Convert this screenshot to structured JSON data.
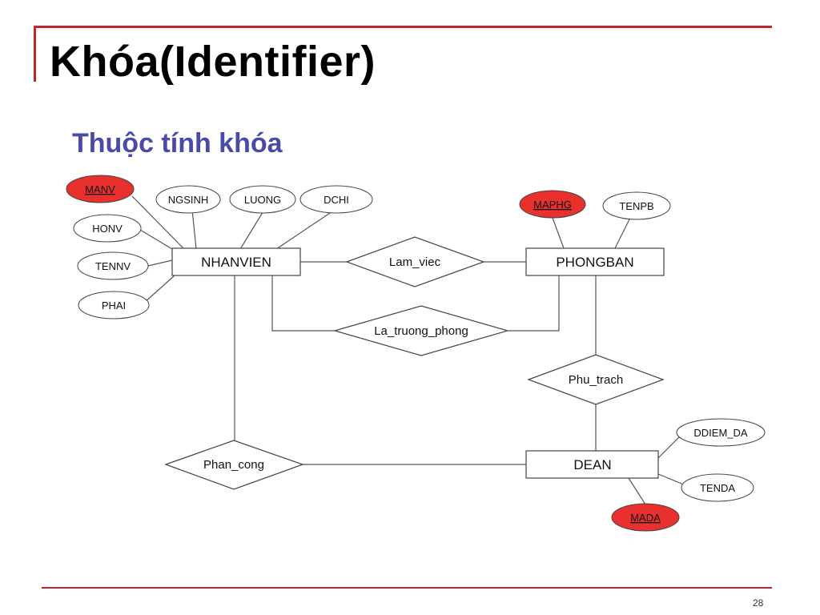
{
  "slide": {
    "title": "Khóa(Identifier)",
    "page_number": "28",
    "accent_color": "#c0272d"
  },
  "diagram": {
    "subtitle": "Thuộc tính khóa",
    "subtitle_color": "#4a4aa8",
    "key_highlight_color": "#e8312f",
    "entities": {
      "nhanvien": "NHANVIEN",
      "phongban": "PHONGBAN",
      "dean": "DEAN"
    },
    "relationships": {
      "lam_viec": "Lam_viec",
      "la_truong_phong": "La_truong_phong",
      "phu_trach": "Phu_trach",
      "phan_cong": "Phan_cong"
    },
    "attributes": {
      "manv": "MANV",
      "ngsinh": "NGSINH",
      "luong": "LUONG",
      "dchi": "DCHI",
      "honv": "HONV",
      "tennv": "TENNV",
      "phai": "PHAI",
      "maphg": "MAPHG",
      "tenpb": "TENPB",
      "ddiem_da": "DDIEM_DA",
      "tenda": "TENDA",
      "mada": "MADA"
    }
  }
}
